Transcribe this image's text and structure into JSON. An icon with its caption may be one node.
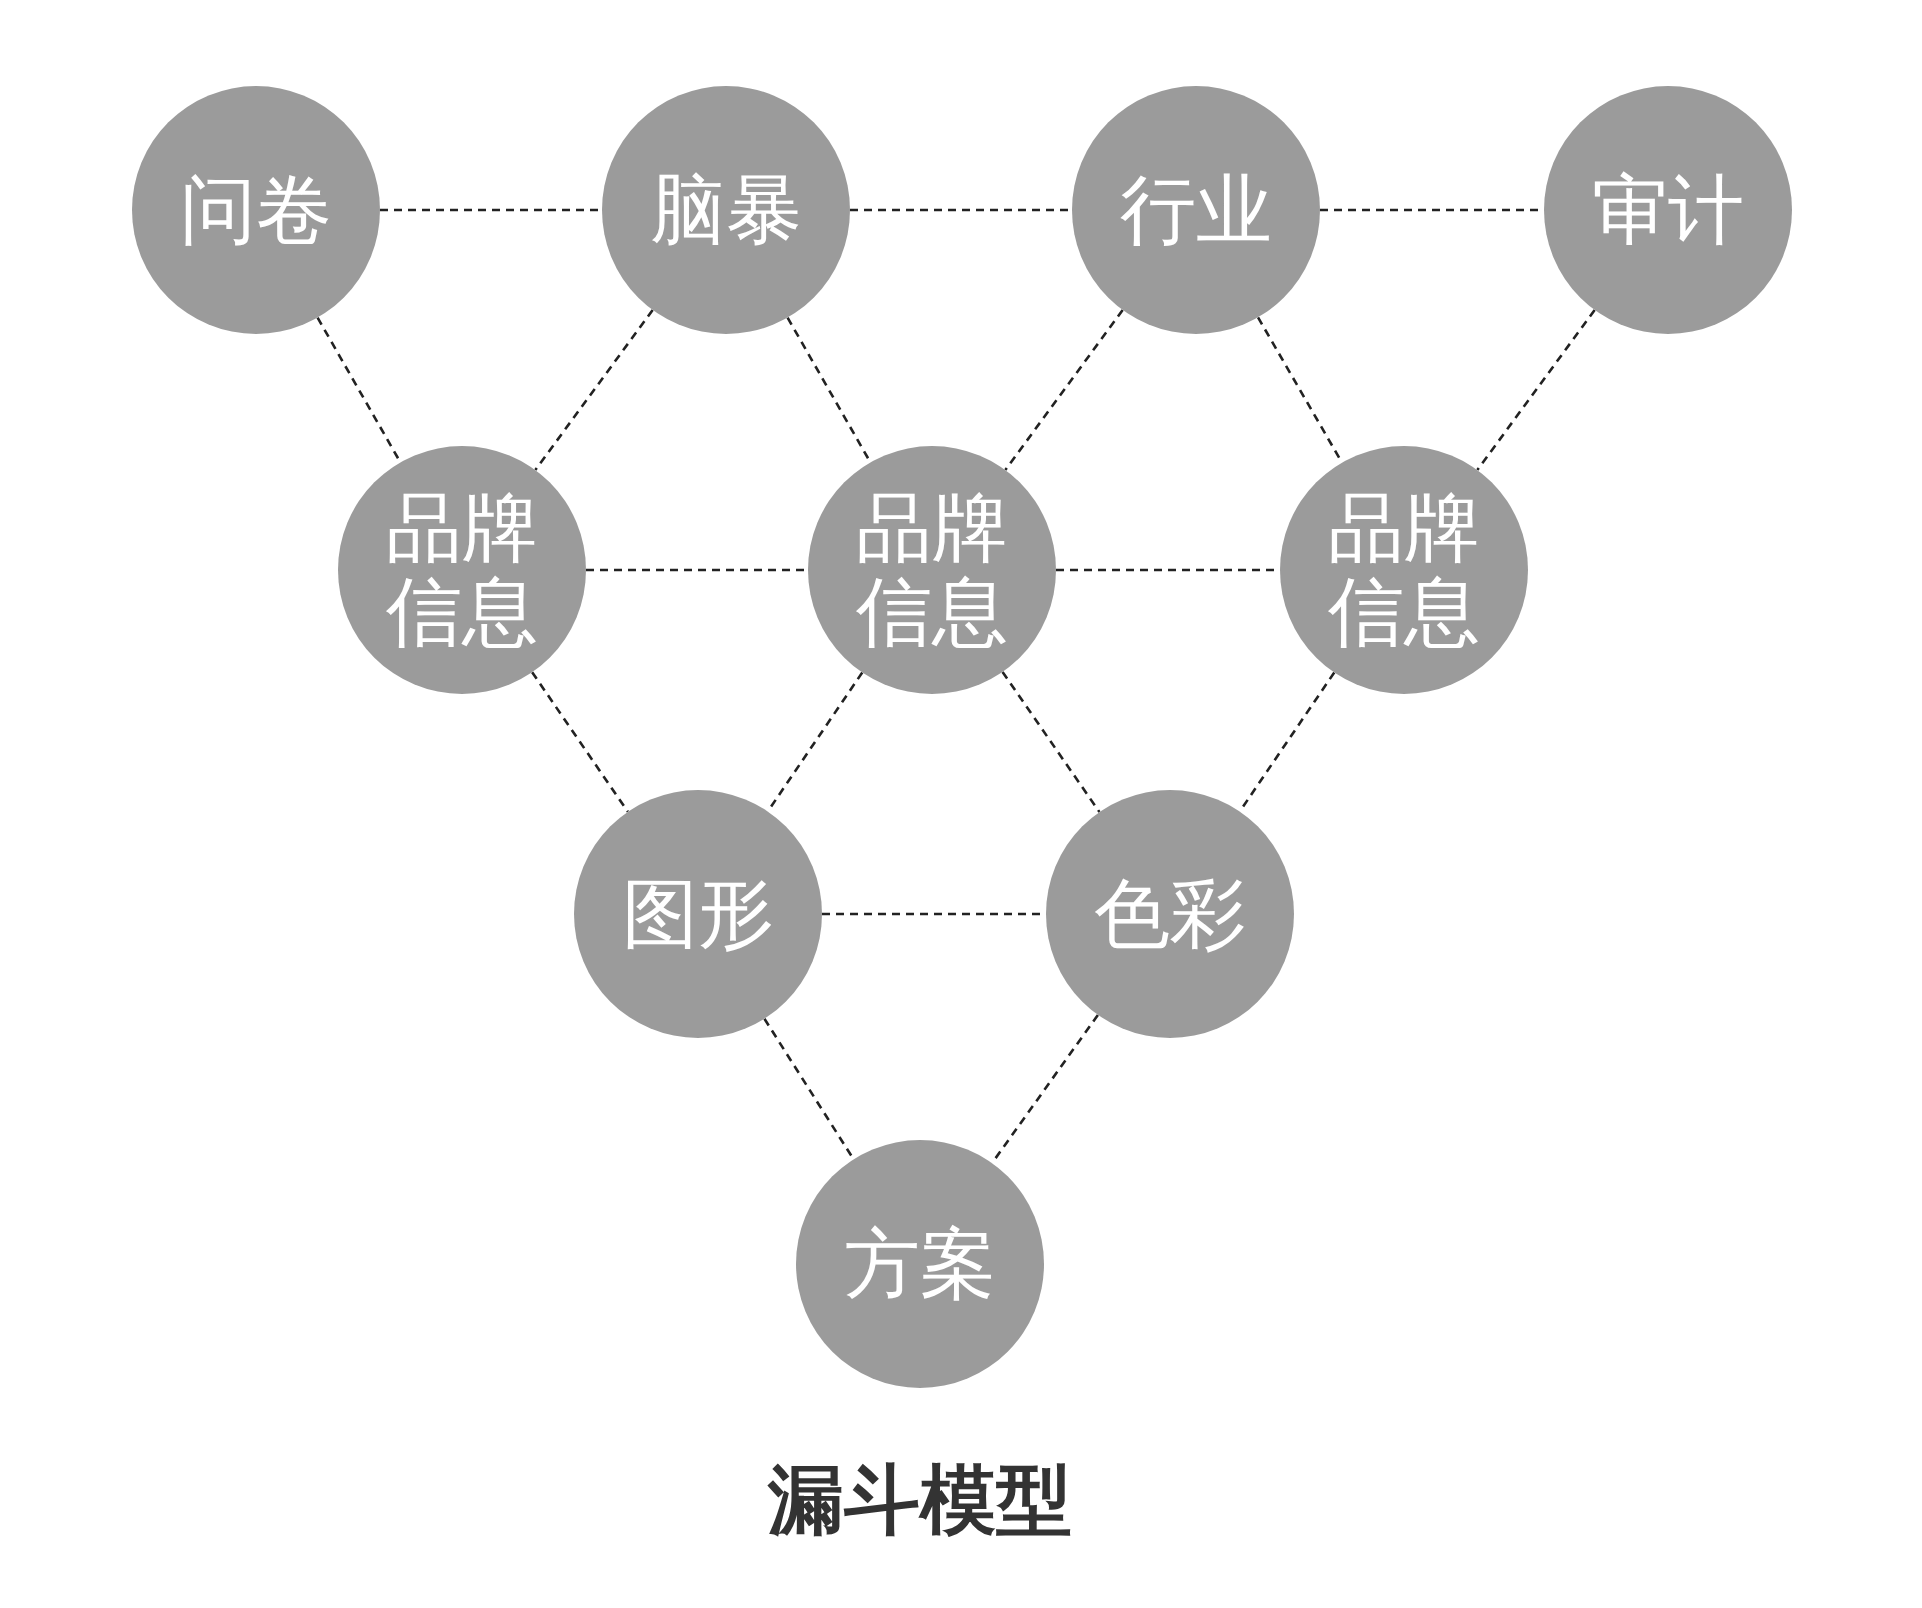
{
  "diagram": {
    "title": "漏斗模型",
    "nodes": [
      {
        "text": [
          "问卷"
        ]
      },
      {
        "text": [
          "脑暴"
        ]
      },
      {
        "text": [
          "行业"
        ]
      },
      {
        "text": [
          "审计"
        ]
      },
      {
        "text": [
          "品牌信息"
        ]
      },
      {
        "text": [
          "品牌信息"
        ]
      },
      {
        "text": [
          "品牌信息"
        ]
      },
      {
        "text": [
          "图形"
        ]
      },
      {
        "text": [
          "色彩"
        ]
      },
      {
        "text": [
          "方案"
        ]
      }
    ],
    "edges": [
      {
        "from": 0,
        "to": 1,
        "arrow": "none"
      },
      {
        "from": 1,
        "to": 2,
        "arrow": "none"
      },
      {
        "from": 2,
        "to": 3,
        "arrow": "none"
      },
      {
        "from": 0,
        "to": 4,
        "arrow": "none"
      },
      {
        "from": 1,
        "to": 4,
        "arrow": "none"
      },
      {
        "from": 1,
        "to": 5,
        "arrow": "none"
      },
      {
        "from": 2,
        "to": 5,
        "arrow": "none"
      },
      {
        "from": 2,
        "to": 6,
        "arrow": "none"
      },
      {
        "from": 3,
        "to": 6,
        "arrow": "none"
      },
      {
        "from": 4,
        "to": 5,
        "arrow": "none"
      },
      {
        "from": 5,
        "to": 6,
        "arrow": "none"
      },
      {
        "from": 4,
        "to": 7,
        "arrow": "none"
      },
      {
        "from": 5,
        "to": 7,
        "arrow": "none"
      },
      {
        "from": 5,
        "to": 8,
        "arrow": "none"
      },
      {
        "from": 6,
        "to": 8,
        "arrow": "none"
      },
      {
        "from": 7,
        "to": 8,
        "arrow": "none"
      },
      {
        "from": 7,
        "to": 9,
        "arrow": "none"
      },
      {
        "from": 8,
        "to": 9,
        "arrow": "none"
      }
    ]
  }
}
